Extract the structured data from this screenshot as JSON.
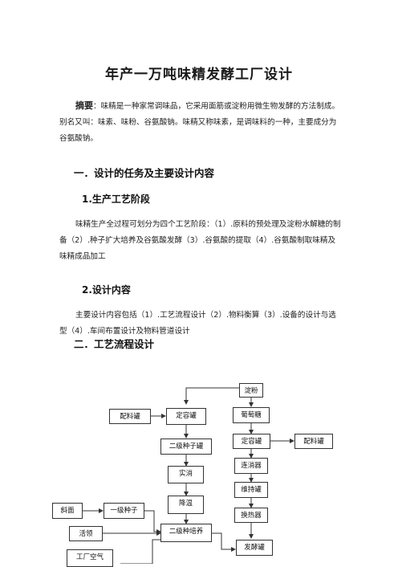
{
  "document": {
    "title": "年产一万吨味精发酵工厂设计",
    "abstract_label": "摘要",
    "abstract_text": "：味精是一种家常调味品，它采用面筋或淀粉用微生物发酵的方法制成。别名又叫：味素、味粉、谷氨酸钠。味精又称味素，是调味料的一种，主要成分为谷氨酸钠。",
    "section1_heading": "一．设计的任务及主要设计内容",
    "sub1_heading": "1.生产工艺阶段",
    "sub1_text": "味精生产全过程可划分为四个工艺阶段：（1）.原料的预处理及淀粉水解糖的制备（2）.种子扩大培养及谷氨酸发酵（3）.谷氨酸的提取（4）.谷氨酸制取味精及味精成品加工",
    "sub2_heading": "2.设计内容",
    "sub2_text": "主要设计内容包括（1）.工艺流程设计（2）.物料衡算（3）.设备的设计与选型（4）.车间布置设计及物料管道设计",
    "section2_heading": "二．工艺流程设计"
  },
  "flowchart": {
    "starch": "淀粉",
    "glucose": "葡萄糖",
    "measuring_tank_right": "定容罐",
    "mixing_tank_right": "配料罐",
    "continuous_sterilizer": "连消器",
    "holding_tank": "维持罐",
    "heat_exchanger": "换热器",
    "fermenter": "发酵罐",
    "mixing_tank_left": "配料罐",
    "measuring_tank_left": "定容罐",
    "secondary_seed_tank": "二级种子罐",
    "sterilization": "实消",
    "cooling": "降温",
    "secondary_seed_culture": "二级种培养",
    "slant": "斜面",
    "primary_seed": "一级种子",
    "inoculation": "活领",
    "industrial_strain": "工厂空气"
  }
}
